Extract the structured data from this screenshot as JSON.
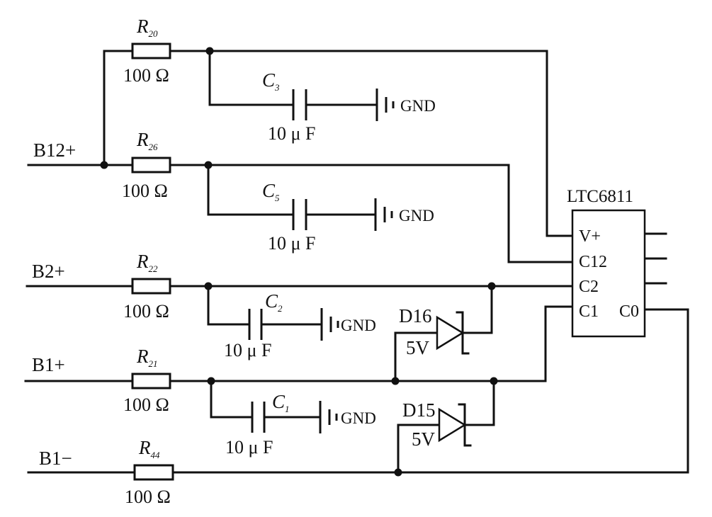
{
  "chip": {
    "name": "LTC6811",
    "pins": [
      "V+",
      "C12",
      "C2",
      "C1",
      "C0"
    ]
  },
  "nets": {
    "b12p": "B12+",
    "b2p": "B2+",
    "b1p": "B1+",
    "b1m": "B1−"
  },
  "resistors": [
    {
      "letter": "R",
      "sub": "20",
      "value": "100 Ω"
    },
    {
      "letter": "R",
      "sub": "26",
      "value": "100 Ω"
    },
    {
      "letter": "R",
      "sub": "22",
      "value": "100 Ω"
    },
    {
      "letter": "R",
      "sub": "21",
      "value": "100 Ω"
    },
    {
      "letter": "R",
      "sub": "44",
      "value": "100 Ω"
    }
  ],
  "capacitors": [
    {
      "letter": "C",
      "sub": "3",
      "value": "10 μ F"
    },
    {
      "letter": "C",
      "sub": "5",
      "value": "10 μ F"
    },
    {
      "letter": "C",
      "sub": "2",
      "value": "10 μ F"
    },
    {
      "letter": "C",
      "sub": "1",
      "value": "10 μ F"
    }
  ],
  "gnd_label": "GND",
  "diodes": [
    {
      "name": "D16",
      "voltage": "5V"
    },
    {
      "name": "D15",
      "voltage": "5V"
    }
  ]
}
